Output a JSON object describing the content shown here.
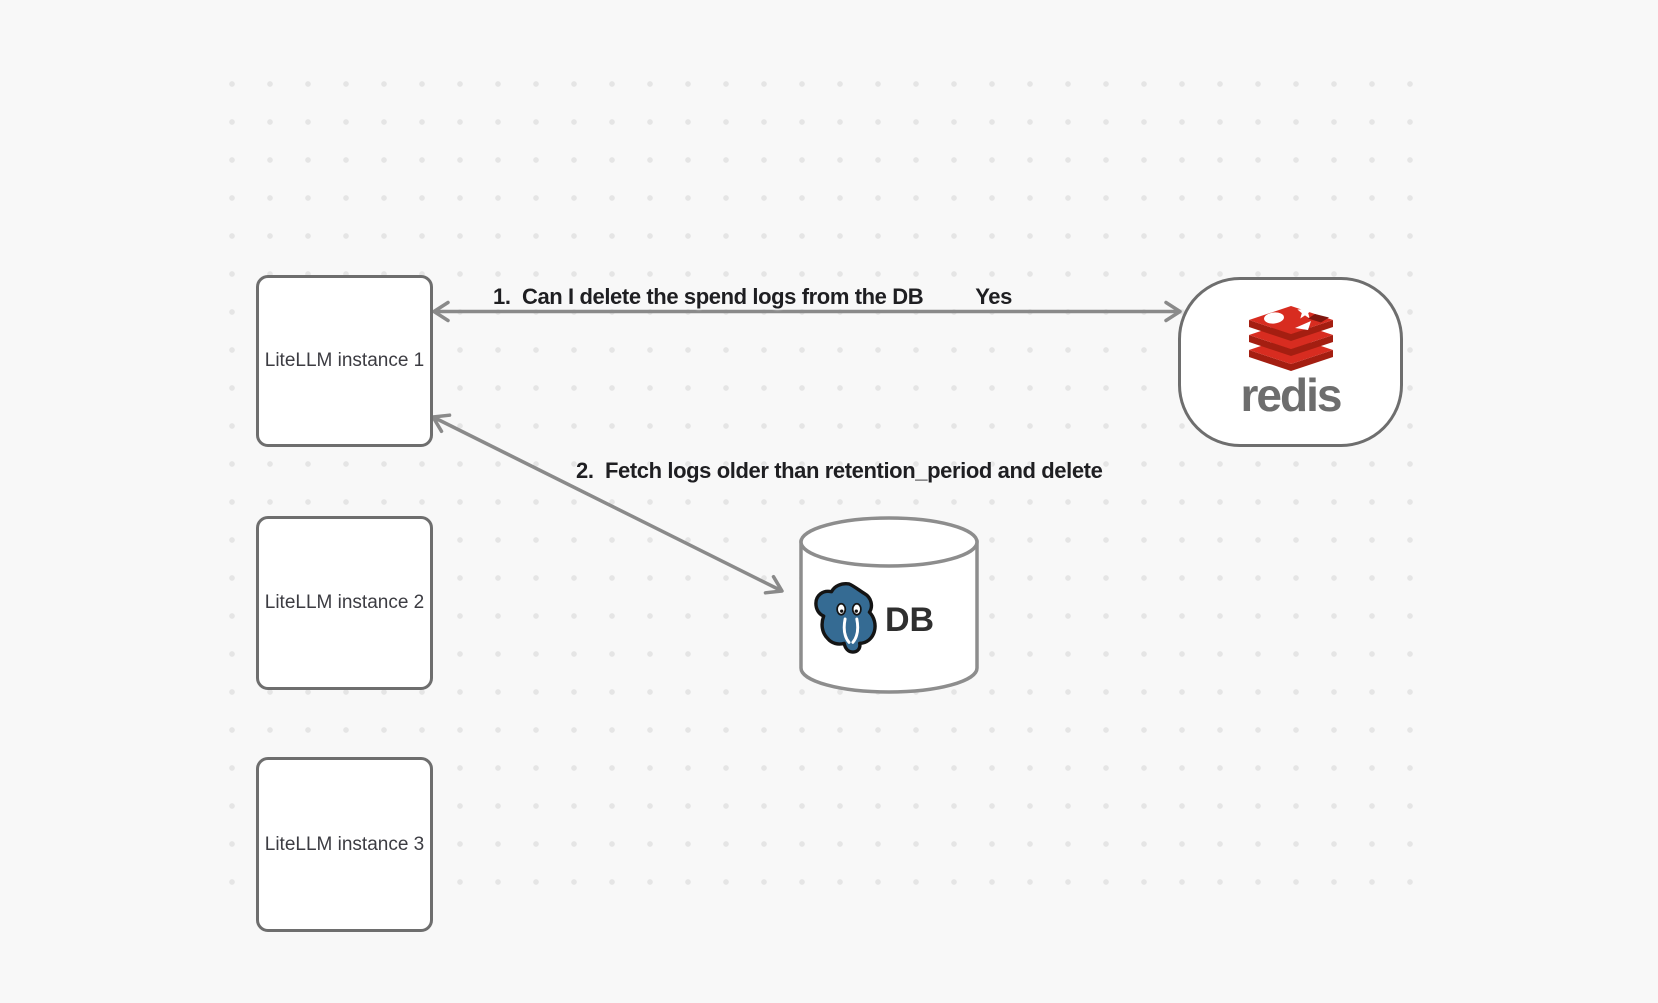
{
  "diagram": {
    "background_color": "#f8f8f8",
    "dot_color": "#e5e5e5",
    "nodes": [
      {
        "id": "litellm-instance-1",
        "label": "LiteLLM instance 1"
      },
      {
        "id": "litellm-instance-2",
        "label": "LiteLLM instance 2"
      },
      {
        "id": "litellm-instance-3",
        "label": "LiteLLM instance 3"
      },
      {
        "id": "redis",
        "label": "redis",
        "icon": "redis-logo-icon"
      },
      {
        "id": "postgres-db",
        "label": "DB",
        "icon": "postgresql-elephant-icon"
      }
    ],
    "edges": [
      {
        "id": "edge-1",
        "label": "1.  Can I delete the spend logs from the DB",
        "reply": "Yes",
        "direction": "bidirectional"
      },
      {
        "id": "edge-2",
        "label": "2.  Fetch logs older than retention_period and delete",
        "direction": "bidirectional"
      }
    ],
    "colors": {
      "arrow": "#8a8a8a",
      "node_border": "#6e6e6e",
      "label_text": "#1f1f22",
      "redis_red": "#d82c20",
      "redis_dark_red": "#a41e11",
      "postgres_blue": "#356b93"
    }
  }
}
